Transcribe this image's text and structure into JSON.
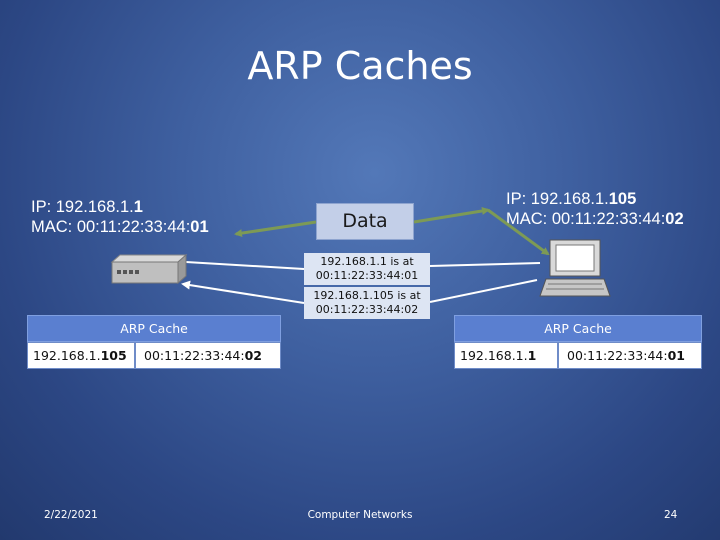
{
  "title": "ARP Caches",
  "left_host": {
    "ip_prefix": "IP: 192.168.1.",
    "ip_suffix": "1",
    "mac_prefix": "MAC: 00:11:22:33:44:",
    "mac_suffix": "01"
  },
  "right_host": {
    "ip_prefix": "IP: 192.168.1.",
    "ip_suffix": "105",
    "mac_prefix": "MAC: 00:11:22:33:44:",
    "mac_suffix": "02"
  },
  "data_label": "Data",
  "reply_1": {
    "line1": "192.168.1.1 is at",
    "line2": "00:11:22:33:44:01"
  },
  "reply_2": {
    "line1": "192.168.1.105 is at",
    "line2": "00:11:22:33:44:02"
  },
  "left_cache": {
    "header": "ARP Cache",
    "ip_prefix": "192.168.1.",
    "ip_suffix": "105",
    "mac_prefix": "00:11:22:33:44:",
    "mac_suffix": "02"
  },
  "right_cache": {
    "header": "ARP Cache",
    "ip_prefix": "192.168.1.",
    "ip_suffix": "1",
    "mac_prefix": "00:11:22:33:44:",
    "mac_suffix": "01"
  },
  "footer": {
    "date": "2/22/2021",
    "center": "Computer Networks",
    "page": "24"
  },
  "colors": {
    "wire_green": "#7d9a55",
    "wire_white": "#ffffff",
    "cache_header": "#5a7fd0"
  },
  "icons": {
    "left_device": "switch-icon",
    "right_device": "computer-icon"
  }
}
